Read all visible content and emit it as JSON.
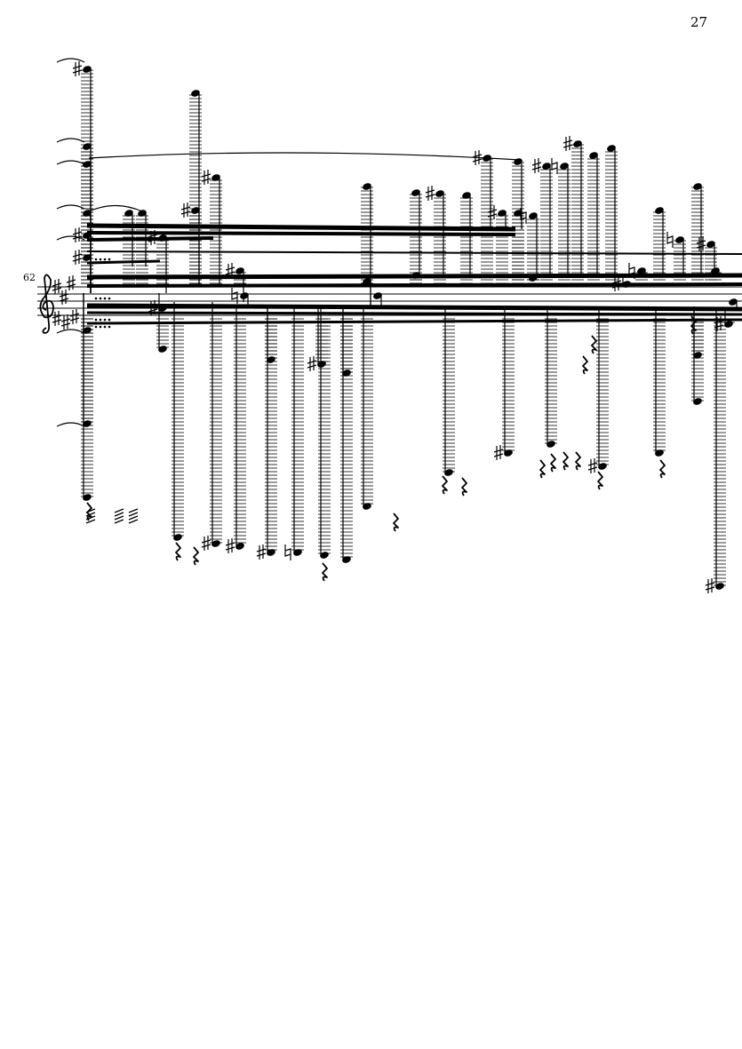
{
  "page": {
    "number": "27"
  },
  "system": {
    "measure_number": "62",
    "clef": "treble-clef-icon",
    "key_signature": "sharps"
  },
  "colors": {
    "ink": "#000000",
    "paper": "#ffffff"
  }
}
